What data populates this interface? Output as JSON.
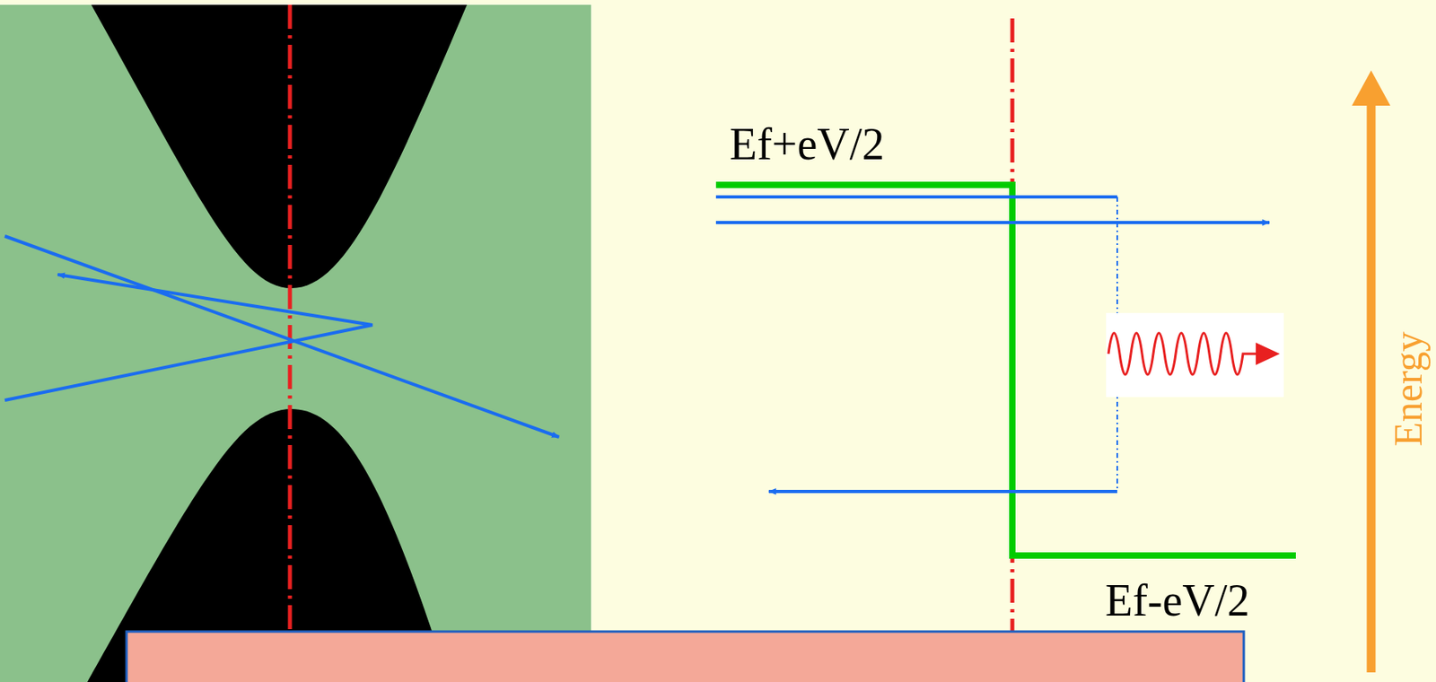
{
  "diagram": {
    "labels": [
      "Ef+eV/2",
      "Ef-eV/2",
      "Energy"
    ]
  }
}
